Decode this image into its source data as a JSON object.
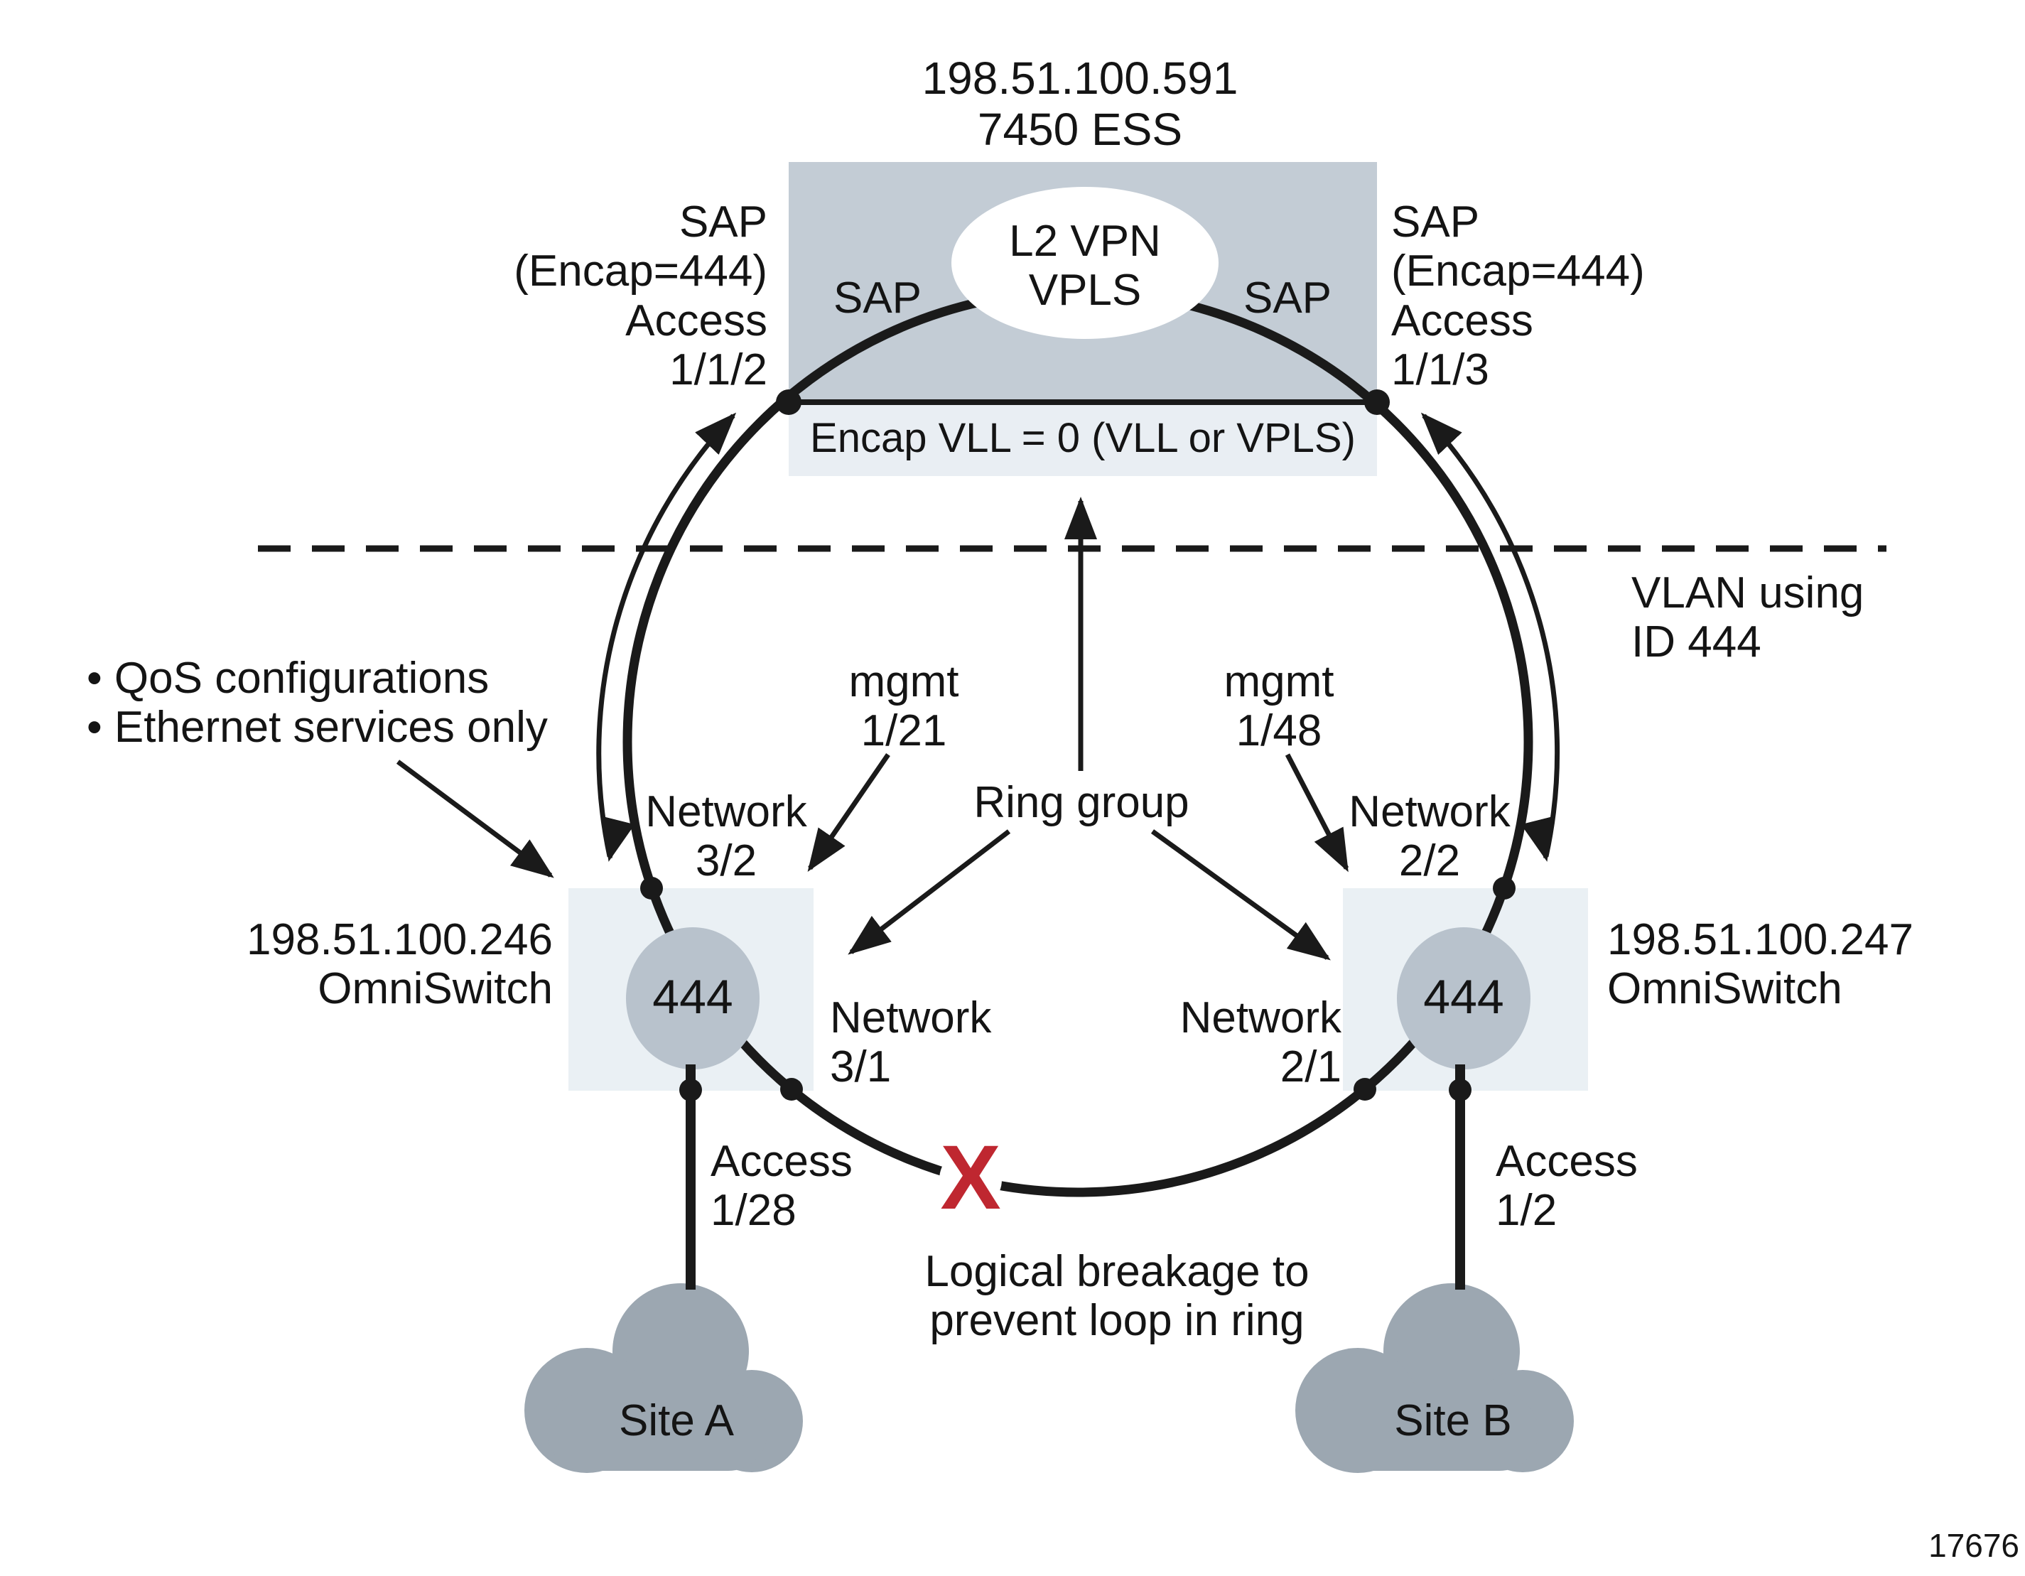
{
  "figure_number": "17676",
  "colors": {
    "ess_box_gray": "#c3ccd5",
    "strip_light_gray": "#e9eef3",
    "switch_box_gray": "#eaf0f4",
    "node_circle_gray": "#b8c2cc",
    "cloud_gray": "#9ca7b1",
    "breakage_red": "#bf2730",
    "line_black": "#1a1a1a"
  },
  "ess": {
    "title": "198.51.100.591\n7450 ESS",
    "vpn": "L2 VPN\nVPLS",
    "sap_left": "SAP",
    "sap_right": "SAP",
    "encap": "Encap VLL = 0 (VLL or VPLS)"
  },
  "sap_labels": {
    "left": "SAP\n(Encap=444)\nAccess\n1/1/2",
    "right": "SAP\n(Encap=444)\nAccess\n1/1/3"
  },
  "vlan_note": "VLAN using\nID 444",
  "notes": "• QoS configurations\n• Ethernet services only",
  "ring_group": "Ring group",
  "mgmt_left": "mgmt\n1/21",
  "mgmt_right": "mgmt\n1/48",
  "ports": {
    "net_32": "Network\n3/2",
    "net_31": "Network\n3/1",
    "net_22": "Network\n2/2",
    "net_21": "Network\n2/1",
    "access_left": "Access\n1/28",
    "access_right": "Access\n1/2"
  },
  "switch_left": {
    "label": "198.51.100.246\nOmniSwitch",
    "vlan": "444"
  },
  "switch_right": {
    "label": "198.51.100.247\nOmniSwitch",
    "vlan": "444"
  },
  "sites": {
    "a": "Site A",
    "b": "Site B"
  },
  "breakage": {
    "x": "X",
    "text": "Logical breakage to\nprevent loop in ring"
  }
}
